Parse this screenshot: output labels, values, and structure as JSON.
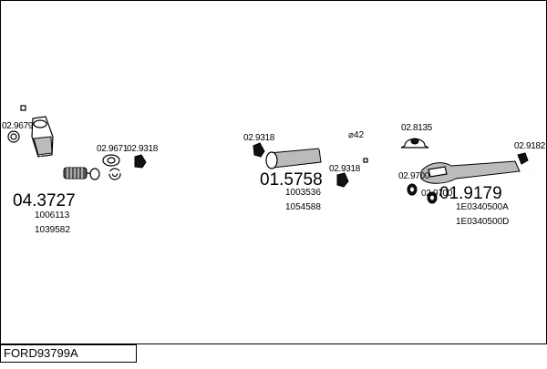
{
  "diagram_title": "FORD93799A",
  "sections": {
    "front": {
      "number": "04.3727",
      "refs": [
        "1006113",
        "1039582"
      ]
    },
    "middle": {
      "number": "01.5758",
      "refs": [
        "1003536",
        "1054588"
      ]
    },
    "rear": {
      "number": "01.9179",
      "refs": [
        "1E0340500A",
        "1E0340500D"
      ]
    }
  },
  "part_labels": {
    "p1": "02.9679",
    "p2": "02.9671",
    "p3": "02.9318",
    "p4": "02.9318",
    "p5": "02.9318",
    "p6": "02.8135",
    "p7": "02.9182",
    "p8": "02.9700",
    "p9": "02.9700"
  },
  "diameter_note": "⌀42",
  "icons": [
    "gasket-icon",
    "clamp-icon",
    "rubber-hanger-icon",
    "catalytic-converter-icon",
    "muffler-icon"
  ]
}
